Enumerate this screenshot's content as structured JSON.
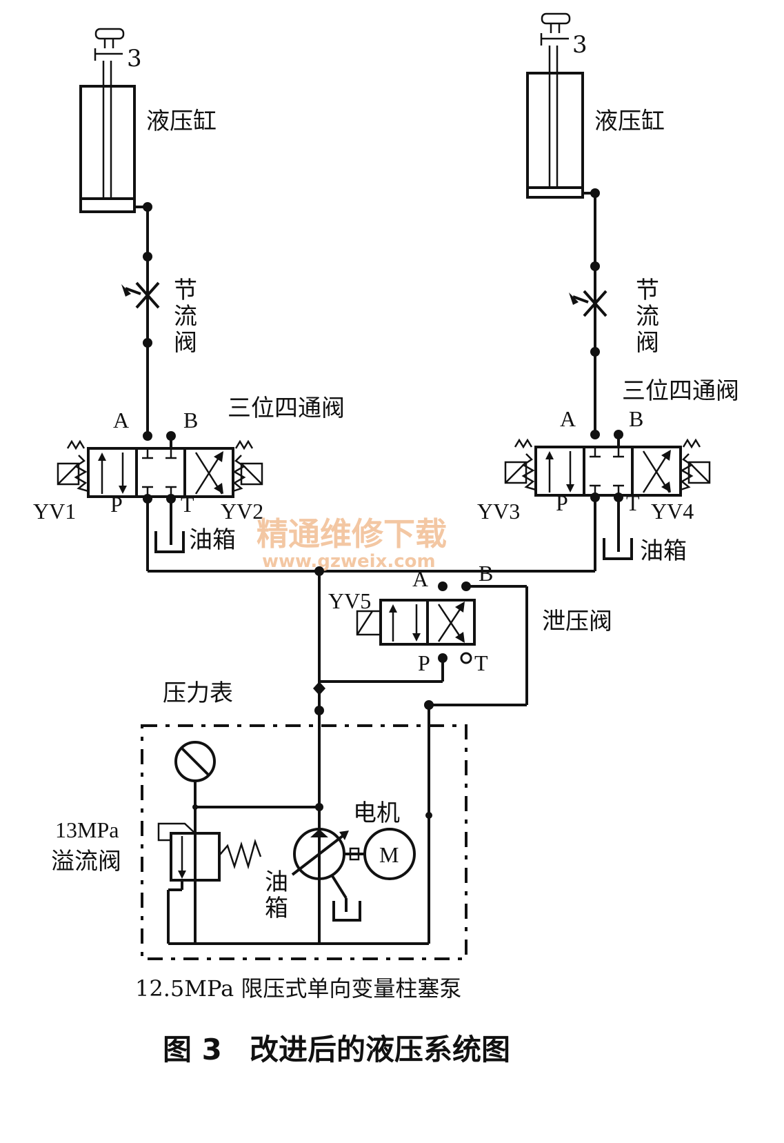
{
  "cylinders": {
    "left": {
      "label": "液压缸",
      "part_no": "3"
    },
    "right": {
      "label": "液压缸",
      "part_no": "3"
    }
  },
  "throttle_valves": {
    "left": {
      "label": [
        "节",
        "流",
        "阀"
      ]
    },
    "right": {
      "label": [
        "节",
        "流",
        "阀"
      ]
    }
  },
  "directional_valves": {
    "left": {
      "label": "三位四通阀",
      "ports": {
        "a": "A",
        "b": "B",
        "p": "P",
        "t": "T"
      },
      "solenoids": {
        "left": "YV1",
        "right": "YV2"
      },
      "tank": "油箱"
    },
    "right": {
      "label": "三位四通阀",
      "ports": {
        "a": "A",
        "b": "B",
        "p": "P",
        "t": "T"
      },
      "solenoids": {
        "left": "YV3",
        "right": "YV4"
      },
      "tank": "油箱"
    }
  },
  "relief_unload_valve": {
    "label": "泄压阀",
    "solenoid": "YV5",
    "ports": {
      "a": "A",
      "b": "B",
      "p": "P",
      "t": "T"
    }
  },
  "pressure_gauge": {
    "label": "压力表"
  },
  "overflow_valve": {
    "label_line1": "13MPa",
    "label_line2": "溢流阀"
  },
  "motor": {
    "label": "电机",
    "symbol": "M"
  },
  "pump_tank": {
    "label": [
      "油",
      "箱"
    ]
  },
  "pump_unit": {
    "label": "12.5MPa 限压式单向变量柱塞泵"
  },
  "watermark": {
    "line1": "精通维修下载",
    "line2": "www.gzweix.com"
  },
  "caption": {
    "figure": "图 3",
    "title": "改进后的液压系统图"
  }
}
